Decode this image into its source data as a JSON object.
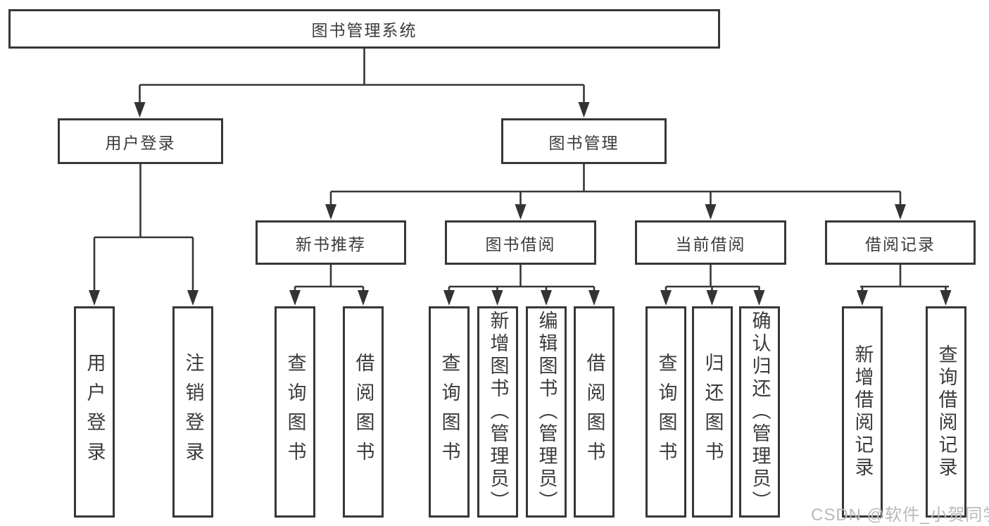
{
  "tree": {
    "root": {
      "label": "图书管理系统",
      "children": [
        {
          "label": "用户登录",
          "children": [
            {
              "label": "用户登录"
            },
            {
              "label": "注销登录"
            }
          ]
        },
        {
          "label": "图书管理",
          "children": [
            {
              "label": "新书推荐",
              "children": [
                {
                  "label": "查询图书"
                },
                {
                  "label": "借阅图书"
                }
              ]
            },
            {
              "label": "图书借阅",
              "children": [
                {
                  "label": "查询图书"
                },
                {
                  "label": "新增图书（管理员）"
                },
                {
                  "label": "编辑图书（管理员）"
                },
                {
                  "label": "借阅图书"
                }
              ]
            },
            {
              "label": "当前借阅",
              "children": [
                {
                  "label": "查询图书"
                },
                {
                  "label": "归还图书"
                },
                {
                  "label": "确认归还（管理员）"
                }
              ]
            },
            {
              "label": "借阅记录",
              "children": [
                {
                  "label": "新增借阅记录"
                },
                {
                  "label": "查询借阅记录"
                }
              ]
            }
          ]
        }
      ]
    }
  },
  "watermark": {
    "text": "CSDN @软件_小贺同学"
  },
  "colors": {
    "line": "#373737",
    "text": "#3b3b3b",
    "box_fill": "#ffffff",
    "watermark": "#b9b9b9",
    "background": "#ffffff"
  }
}
